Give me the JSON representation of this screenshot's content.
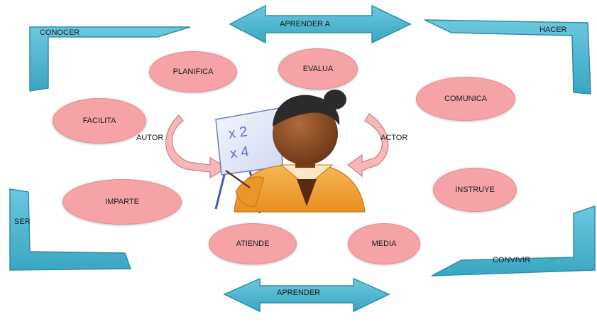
{
  "corners": {
    "top_left": "CONOCER",
    "top_right": "HACER",
    "bottom_left": "SER",
    "bottom_right": "CONVIVIR"
  },
  "arrows": {
    "top": "APRENDER A",
    "bottom": "APRENDER"
  },
  "side_labels": {
    "left": "AUTOR",
    "right": "ACTOR"
  },
  "ovals": {
    "planifica": "PLANIFICA",
    "evalua": "EVALUA",
    "comunica": "COMUNICA",
    "facilita": "FACILITA",
    "imparte": "IMPARTE",
    "instruye": "INSTRUYE",
    "atiende": "ATIENDE",
    "media": "MEDIA"
  },
  "board": {
    "line1": "x 2",
    "line2": "x 4"
  },
  "colors": {
    "teal": "#47b4d0",
    "teal_dark": "#2f93ae",
    "oval_pink": "#f5a3a6",
    "skin": "#8a4a23",
    "hair": "#2b2b2b",
    "shirt": "#f3a43a"
  }
}
